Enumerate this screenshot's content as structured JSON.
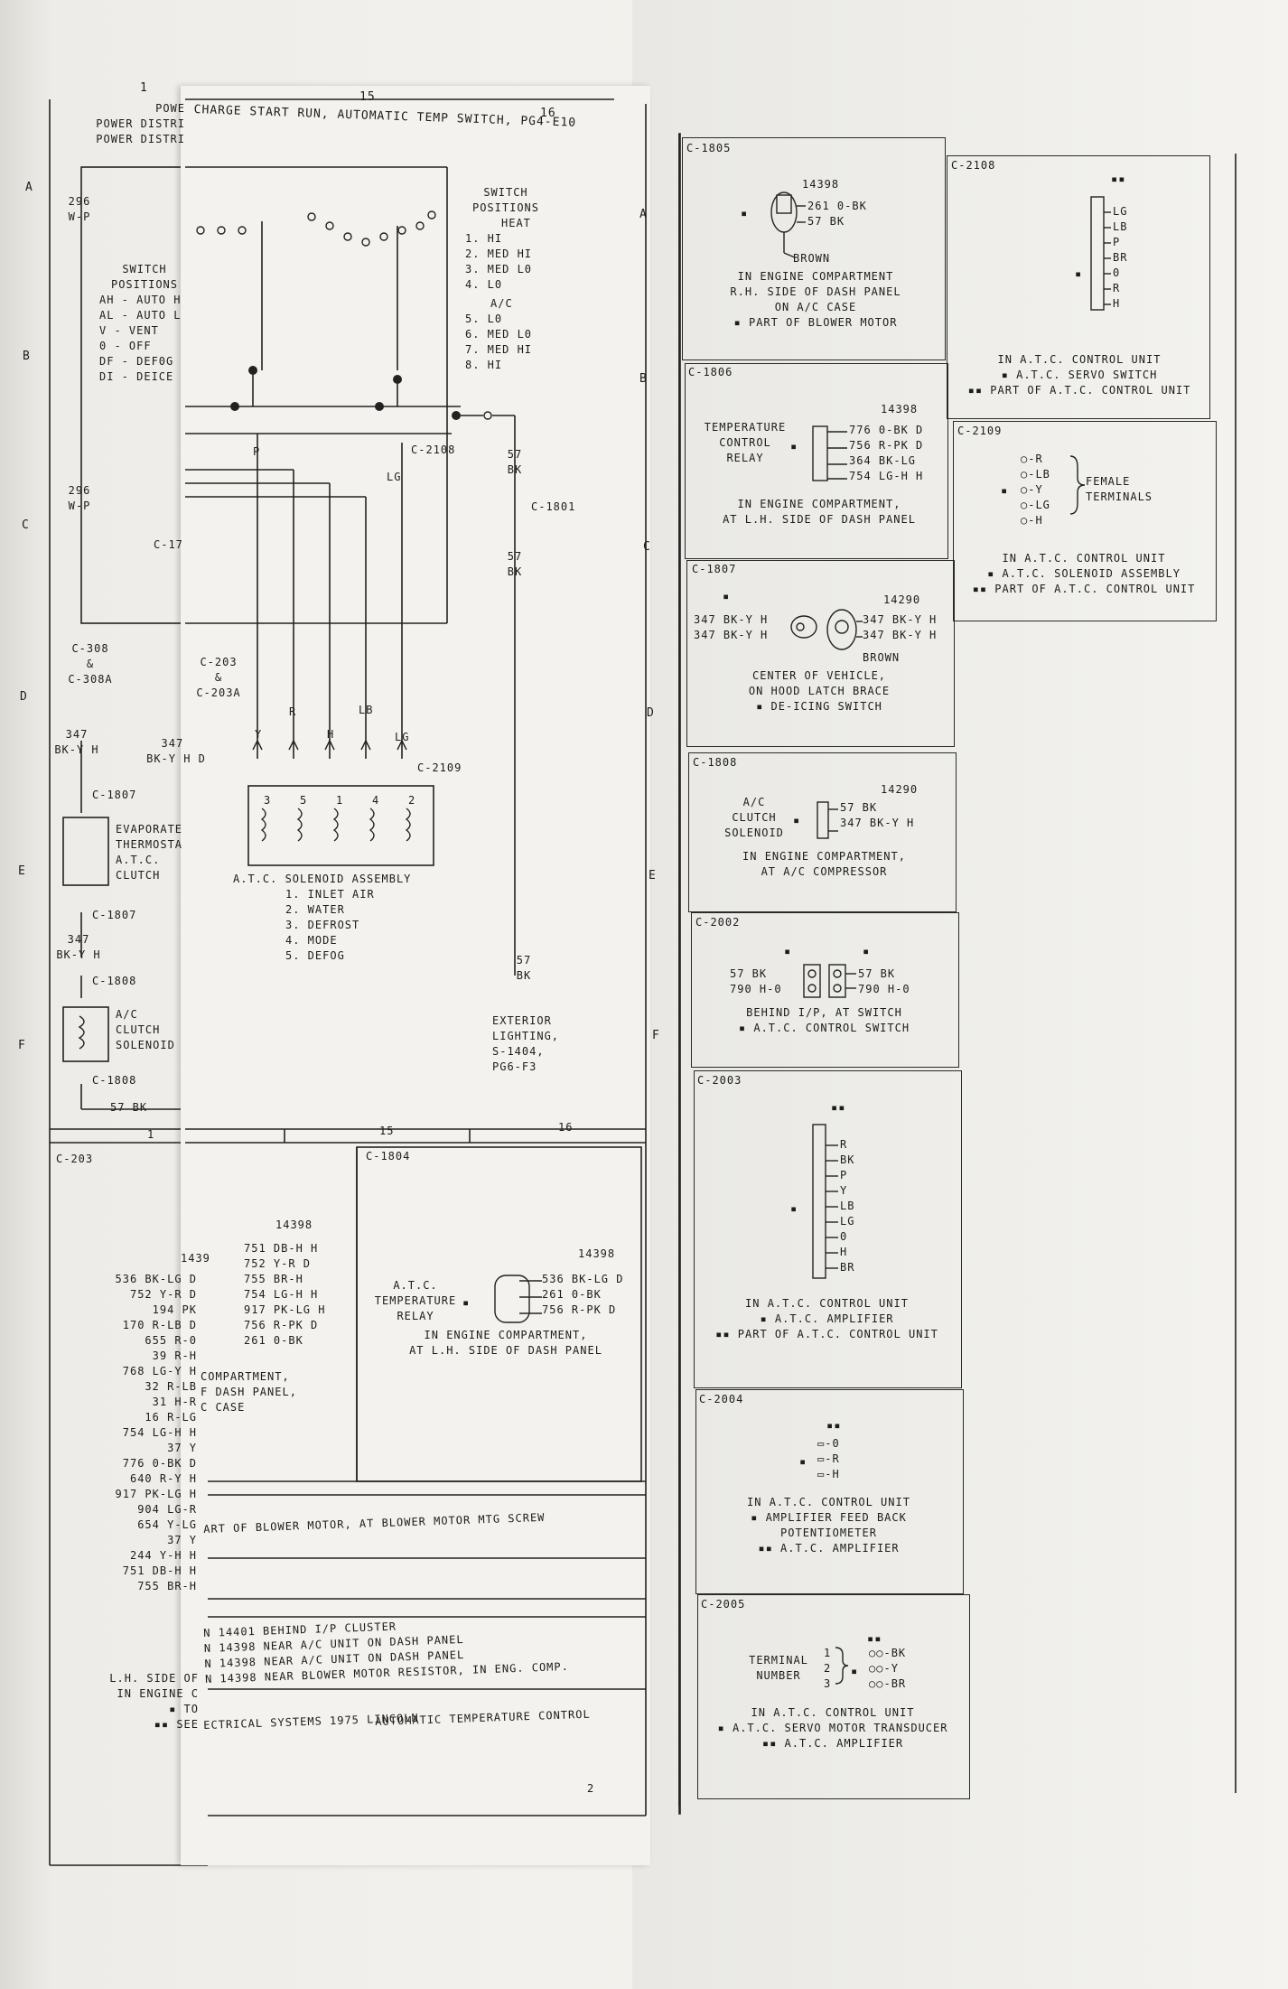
{
  "column_numbers": [
    "1",
    "15",
    "16"
  ],
  "row_letters": [
    "A",
    "B",
    "C",
    "D",
    "E",
    "F"
  ],
  "left_header": [
    "POWE",
    "POWER DISTRI",
    "POWER DISTRI"
  ],
  "top_header": "CHARGE START RUN, AUTOMATIC TEMP SWITCH, PG4-E10",
  "wire_296": [
    "296",
    "W-P"
  ],
  "switch_positions_left": {
    "title": [
      "SWITCH",
      "POSITIONS"
    ],
    "items": [
      "AH - AUTO H",
      "AL - AUTO L",
      "V - VENT",
      "0 - OFF",
      "DF - DEF0G",
      "DI - DEICE"
    ]
  },
  "switch_positions_right": {
    "title": [
      "SWITCH",
      "POSITIONS"
    ],
    "heat_title": "HEAT",
    "heat": [
      "1. HI",
      "2. MED HI",
      "3. MED L0",
      "4. L0"
    ],
    "ac_title": "A/C",
    "ac": [
      "5. L0",
      "6. MED L0",
      "7. MED HI",
      "8. HI"
    ]
  },
  "wire_labels": {
    "c2108": "C-2108",
    "p": "P",
    "lg": "LG",
    "w57bk": [
      "57",
      "BK"
    ],
    "c1801": "C-1801",
    "c17": "C-17",
    "c308": [
      "C-308",
      "&",
      "C-308A"
    ],
    "c203": [
      "C-203",
      "&",
      "C-203A"
    ],
    "w347": [
      "347",
      "BK-Y H"
    ],
    "w347b": [
      "347 ",
      "BK-Y H D"
    ],
    "c1807": "C-1807",
    "c1808": "C-1808",
    "w57bk_bottom": "57 BK",
    "c2109": "C-2109",
    "colors": [
      "Y",
      "R",
      "H",
      "LB",
      "LG"
    ],
    "pins": [
      "3",
      "5",
      "1",
      "4",
      "2"
    ]
  },
  "evaporator": [
    "EVAPORATE",
    "THERMOSTA",
    "A.T.C.",
    "CLUTCH"
  ],
  "ac_clutch": [
    "A/C",
    "CLUTCH",
    "SOLENOID"
  ],
  "solenoid_assembly": {
    "title": "A.T.C. SOLENOID ASSEMBLY",
    "items": [
      "1. INLET AIR",
      "2. WATER",
      "3. DEFROST",
      "4. MODE",
      "5. DEFOG"
    ]
  },
  "exterior_lighting": [
    "EXTERIOR",
    "LIGHTING,",
    "S-1404,",
    "PG6-F3"
  ],
  "bottom_columns": [
    "1",
    "15",
    "16"
  ],
  "c203_box": {
    "id": "C-203",
    "part": "14398",
    "part2": "1439",
    "left_wires": [
      "536 BK-LG D",
      "752 Y-R D",
      "194 PK",
      "170 R-LB D",
      "655 R-0",
      "39 R-H",
      "768 LG-Y H",
      "32 R-LB",
      "31 H-R",
      "16 R-LG",
      "754 LG-H H",
      "37 Y",
      "776 0-BK D",
      "640 R-Y H",
      "917 PK-LG H",
      "904 LG-R",
      "654 Y-LG",
      "37 Y",
      "244 Y-H H",
      "751 DB-H H",
      "755 BR-H"
    ],
    "right_wires": [
      "751 DB-H H",
      "752 Y-R D",
      "755 BR-H",
      "754 LG-H H",
      "917 PK-LG H",
      "756 R-PK D",
      "261 0-BK"
    ],
    "notes": [
      "COMPARTMENT,",
      "F DASH PANEL,",
      "C CASE"
    ]
  },
  "c1804_box": {
    "id": "C-1804",
    "part": "14398",
    "label": [
      "A.T.C.",
      "TEMPERATURE",
      "RELAY"
    ],
    "wires": [
      "536 BK-LG D",
      "261 0-BK",
      "756 R-PK D"
    ],
    "location": [
      "IN ENGINE COMPARTMENT,",
      "AT L.H. SIDE OF DASH PANEL"
    ]
  },
  "blower_note": "ART OF BLOWER MOTOR, AT BLOWER MOTOR MTG SCREW",
  "footnotes": [
    "N 14401 BEHIND I/P CLUSTER",
    "N 14398 NEAR A/C UNIT ON DASH PANEL",
    "N 14398 NEAR A/C UNIT ON DASH PANEL",
    "N 14398 NEAR BLOWER MOTOR RESISTOR, IN ENG. COMP."
  ],
  "footnote_left": [
    "L.H. SIDE OF",
    "IN ENGINE C",
    "▪ TO",
    "▪▪ SEE"
  ],
  "footer_title": "ECTRICAL SYSTEMS 1975 LINCOLN",
  "footer_subtitle": "AUTOMATIC TEMPERATURE CONTROL",
  "page_number": "2",
  "connectors": {
    "c1805": {
      "id": "C-1805",
      "part": "14398",
      "wires": [
        "261 0-BK",
        "57 BK"
      ],
      "color": "BROWN",
      "text": [
        "IN ENGINE COMPARTMENT",
        "R.H. SIDE OF DASH PANEL",
        "ON A/C CASE",
        "▪ PART OF BLOWER MOTOR"
      ]
    },
    "c1806": {
      "id": "C-1806",
      "part": "14398",
      "label": [
        "TEMPERATURE",
        "CONTROL",
        "RELAY"
      ],
      "wires": [
        "776 0-BK D",
        "756 R-PK D",
        "364 BK-LG",
        "754 LG-H H"
      ],
      "text": [
        "IN ENGINE COMPARTMENT,",
        "AT L.H. SIDE OF DASH PANEL"
      ]
    },
    "c1807": {
      "id": "C-1807",
      "part": "14290",
      "left_wires": [
        "347 BK-Y H",
        "347 BK-Y H"
      ],
      "right_wires": [
        "347 BK-Y H",
        "347 BK-Y H"
      ],
      "color": "BROWN",
      "text": [
        "CENTER OF VEHICLE,",
        "ON HOOD LATCH BRACE",
        "▪ DE-ICING SWITCH"
      ]
    },
    "c1808": {
      "id": "C-1808",
      "part": "14290",
      "label": [
        "A/C",
        "CLUTCH",
        "SOLENOID"
      ],
      "wires": [
        "57 BK",
        "347 BK-Y H"
      ],
      "text": [
        "IN ENGINE COMPARTMENT,",
        "AT A/C COMPRESSOR"
      ]
    },
    "c2002": {
      "id": "C-2002",
      "left_wires": [
        "57 BK",
        "790 H-0"
      ],
      "right_wires": [
        "57 BK",
        "790 H-0"
      ],
      "text": [
        "BEHIND I/P, AT SWITCH",
        "▪ A.T.C. CONTROL SWITCH"
      ]
    },
    "c2003": {
      "id": "C-2003",
      "pins": [
        "R",
        "BK",
        "P",
        "Y",
        "LB",
        "LG",
        "0",
        "H",
        "BR"
      ],
      "text": [
        "IN A.T.C. CONTROL UNIT",
        "▪ A.T.C. AMPLIFIER",
        "▪▪ PART OF A.T.C. CONTROL UNIT"
      ]
    },
    "c2004": {
      "id": "C-2004",
      "pins": [
        "0",
        "R",
        "H"
      ],
      "text": [
        "IN A.T.C. CONTROL UNIT",
        "▪ AMPLIFIER FEED BACK",
        "POTENTIOMETER",
        "▪▪ A.T.C. AMPLIFIER"
      ]
    },
    "c2005": {
      "id": "C-2005",
      "label": [
        "TERMINAL",
        "NUMBER"
      ],
      "numbers": [
        "1",
        "2",
        "3"
      ],
      "pins": [
        "BK",
        "Y",
        "BR"
      ],
      "text": [
        "IN A.T.C. CONTROL UNIT",
        "▪ A.T.C. SERVO MOTOR TRANSDUCER",
        "▪▪ A.T.C. AMPLIFIER"
      ]
    },
    "c2108": {
      "id": "C-2108",
      "pins": [
        "LG",
        "LB",
        "P",
        "BR",
        "0",
        "R",
        "H"
      ],
      "text": [
        "IN A.T.C. CONTROL UNIT",
        "▪ A.T.C. SERVO SWITCH",
        "▪▪ PART OF A.T.C. CONTROL UNIT"
      ]
    },
    "c2109": {
      "id": "C-2109",
      "pins": [
        "R",
        "LB",
        "Y",
        "LG",
        "H"
      ],
      "label": [
        "FEMALE",
        "TERMINALS"
      ],
      "text": [
        "IN A.T.C. CONTROL UNIT",
        "▪ A.T.C. SOLENOID ASSEMBLY",
        "▪▪ PART OF A.T.C. CONTROL UNIT"
      ]
    }
  },
  "markers": {
    "single": "▪",
    "double": "▪▪"
  }
}
